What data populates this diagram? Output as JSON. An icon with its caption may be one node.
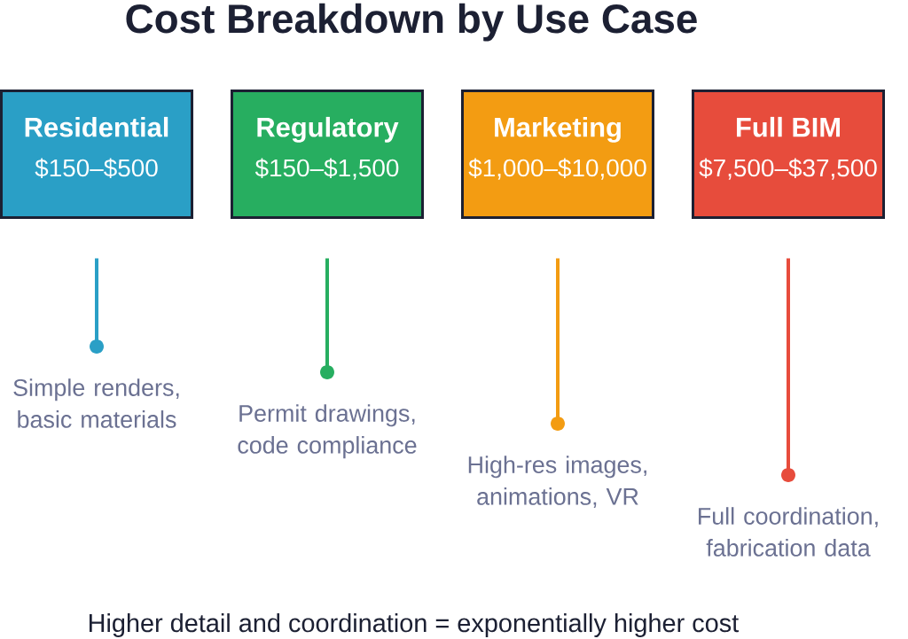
{
  "diagram": {
    "title": "Cost Breakdown by Use Case",
    "nodes": [
      {
        "text": [
          "Residential",
          "$150–$500"
        ]
      },
      {
        "text": [
          "Regulatory",
          "$150–$1,500"
        ]
      },
      {
        "text": [
          "Marketing",
          "$1,000–$10,000"
        ]
      },
      {
        "text": [
          "Full BIM",
          "$7,500–$37,500"
        ]
      },
      {
        "text": [
          "Simple renders, basic materials"
        ]
      },
      {
        "text": [
          "Permit drawings, code compliance"
        ]
      },
      {
        "text": [
          "High-res images, animations, VR"
        ]
      },
      {
        "text": [
          "Full coordination, fabrication data"
        ]
      }
    ],
    "edges": [
      {
        "from": 0,
        "to": 4,
        "arrow": "other",
        "color": "#2a9fc6"
      },
      {
        "from": 1,
        "to": 5,
        "arrow": "other",
        "color": "#27ae60"
      },
      {
        "from": 2,
        "to": 6,
        "arrow": "other",
        "color": "#f39c12"
      },
      {
        "from": 3,
        "to": 7,
        "arrow": "other",
        "color": "#e74c3c"
      }
    ],
    "labels": [
      "Higher detail and coordination = exponentially higher cost"
    ]
  }
}
